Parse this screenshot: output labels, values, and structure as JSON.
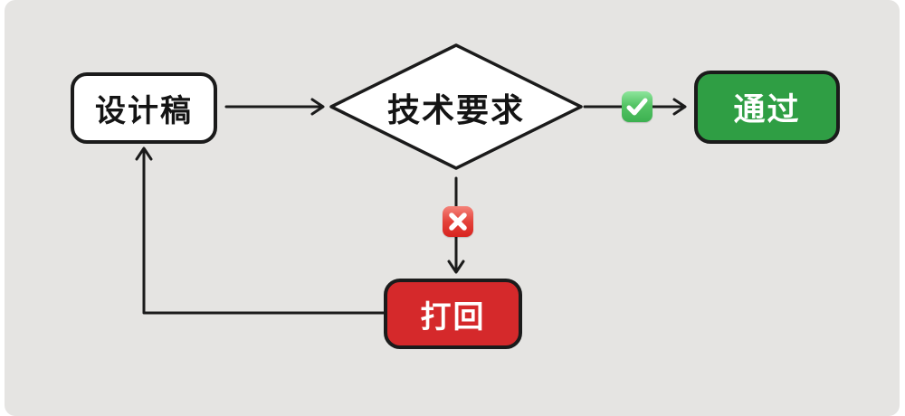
{
  "diagram": {
    "type": "flowchart",
    "canvas_background": "#e5e4e2",
    "line_color": "#1b1b1b",
    "nodes": {
      "design_draft": {
        "label": "设计稿",
        "shape": "rounded-rect",
        "fill": "#ffffff",
        "text_color": "#141414"
      },
      "tech_requirements": {
        "label": "技术要求",
        "shape": "diamond",
        "fill": "#ffffff",
        "text_color": "#141414"
      },
      "pass": {
        "label": "通过",
        "shape": "rounded-rect",
        "fill": "#2f9e44",
        "text_color": "#ffffff"
      },
      "reject": {
        "label": "打回",
        "shape": "rounded-rect",
        "fill": "#d5292b",
        "text_color": "#ffffff"
      }
    },
    "edges": [
      {
        "from": "design_draft",
        "to": "tech_requirements",
        "badge": ""
      },
      {
        "from": "tech_requirements",
        "to": "pass",
        "badge": "✅"
      },
      {
        "from": "tech_requirements",
        "to": "reject",
        "badge": "❌"
      },
      {
        "from": "reject",
        "to": "design_draft",
        "badge": ""
      }
    ],
    "badges": {
      "check": {
        "icon": "check-badge-icon",
        "glyph": "✅",
        "color_top": "#8ee59c",
        "color_bottom": "#3cb050"
      },
      "cross": {
        "icon": "cross-badge-icon",
        "glyph": "❌",
        "color_top": "#f4837a",
        "color_bottom": "#d8231f"
      }
    }
  }
}
